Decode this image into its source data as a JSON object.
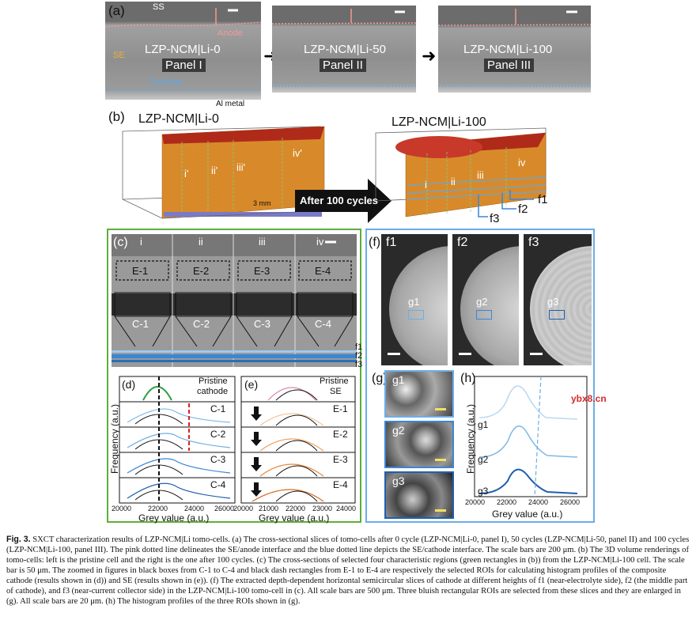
{
  "panel_a": {
    "label": "(a)",
    "ss": "SS",
    "anode": "Anode",
    "se": "SE",
    "cathode": "Cathode",
    "al_metal": "Al metal",
    "images": [
      {
        "cell": "LZP-NCM|Li-0",
        "panel": "Panel I"
      },
      {
        "cell": "LZP-NCM|Li-50",
        "panel": "Panel II"
      },
      {
        "cell": "LZP-NCM|Li-100",
        "panel": "Panel III"
      }
    ]
  },
  "panel_b": {
    "label": "(b)",
    "left_title": "LZP-NCM|Li-0",
    "right_title": "LZP-NCM|Li-100",
    "arrow_text": "After 100 cycles",
    "dim": "3 mm",
    "left_regions": [
      "i'",
      "ii'",
      "iii'",
      "iv'"
    ],
    "right_regions": [
      "i",
      "ii",
      "iii",
      "iv"
    ],
    "slices": [
      "f1",
      "f2",
      "f3"
    ]
  },
  "panel_c": {
    "label": "(c)",
    "columns": [
      "i",
      "ii",
      "iii",
      "iv"
    ],
    "se_rois": [
      "E-1",
      "E-2",
      "E-3",
      "E-4"
    ],
    "cathode_rois": [
      "C-1",
      "C-2",
      "C-3",
      "C-4"
    ],
    "slices": [
      "f1",
      "f2",
      "f3"
    ]
  },
  "panel_d": {
    "label": "(d)",
    "top": "Pristine",
    "top2": "cathode",
    "rows": [
      "C-1",
      "C-2",
      "C-3",
      "C-4"
    ],
    "ylabel": "Frequency (a.u.)",
    "xlabel": "Grey value (a.u.)",
    "ticks": [
      "20000",
      "22000",
      "24000",
      "26000"
    ]
  },
  "panel_e": {
    "label": "(e)",
    "top": "Pristine",
    "top2": "SE",
    "rows": [
      "E-1",
      "E-2",
      "E-3",
      "E-4"
    ],
    "xlabel": "Grey value (a.u.)",
    "ticks": [
      "20000",
      "21000",
      "22000",
      "23000",
      "24000"
    ]
  },
  "panel_f": {
    "label": "(f)",
    "slices": [
      "f1",
      "f2",
      "f3"
    ],
    "rois": [
      "g1",
      "g2",
      "g3"
    ]
  },
  "panel_g": {
    "label": "(g)",
    "rois": [
      "g1",
      "g2",
      "g3"
    ]
  },
  "panel_h": {
    "label": "(h)",
    "rows": [
      "g1",
      "g2",
      "g3"
    ],
    "ylabel": "Frequency (a.u.)",
    "xlabel": "Grey value (a.u.)",
    "ticks": [
      "20000",
      "22000",
      "24000",
      "26000"
    ]
  },
  "watermark": "ybx8.cn",
  "caption": {
    "title": "Fig. 3.",
    "text": "SXCT characterization results of LZP-NCM|Li tomo-cells. (a) The cross-sectional slices of tomo-cells after 0 cycle (LZP-NCM|Li-0, panel I), 50 cycles (LZP-NCM|Li-50, panel II) and 100 cycles (LZP-NCM|Li-100, panel III). The pink dotted line delineates the SE/anode interface and the blue dotted line depicts the SE/cathode interface. The scale bars are 200 μm. (b) The 3D volume renderings of tomo-cells: left is the pristine cell and the right is the one after 100 cycles. (c) The cross-sections of selected four characteristic regions (green rectangles in (b)) from the LZP-NCM|Li-100 cell. The scale bar is 50 μm. The zoomed in figures in black boxes from C-1 to C-4 and black dash rectangles from E-1 to E-4 are respectively the selected ROIs for calculating histogram profiles of the composite cathode (results shown in (d)) and SE (results shown in (e)). (f) The extracted depth-dependent horizontal semicircular slices of cathode at different heights of f1 (near-electrolyte side), f2 (the middle part of cathode), and f3 (near-current collector side) in the LZP-NCM|Li-100 tomo-cell in (c). All scale bars are 500 μm. Three bluish rectangular ROIs are selected from these slices and they are enlarged in (g). All scale bars are 20 μm. (h) The histogram profiles of the three ROIs shown in (g)."
  }
}
